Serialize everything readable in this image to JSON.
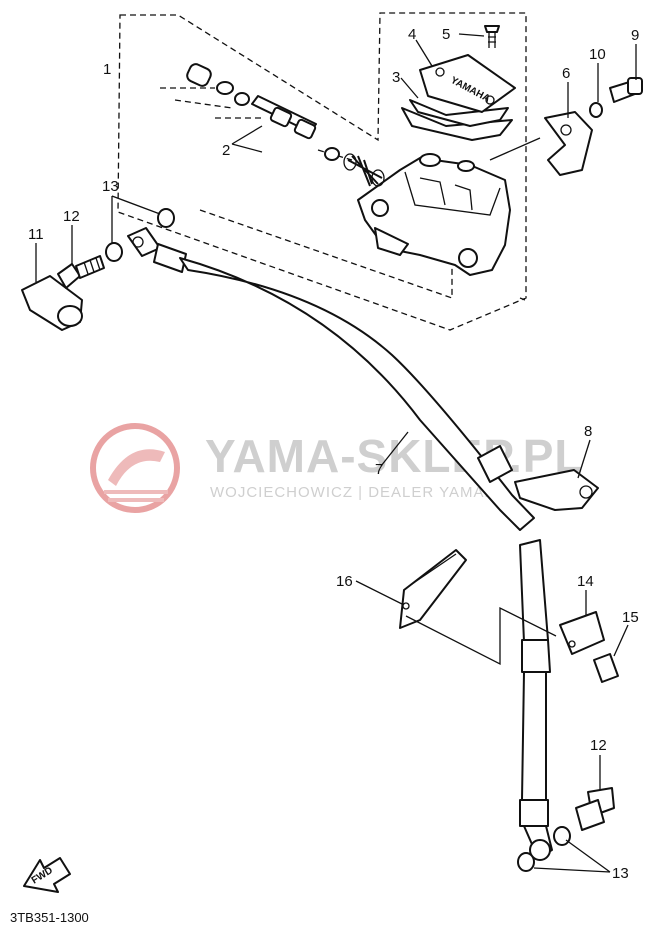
{
  "watermark": {
    "title": "YAMA-SKLEP.PL",
    "subtitle": "WOJCIECHOWICZ | DEALER YAMAHA",
    "logo_color": "#e8a0a0"
  },
  "diagram_code": "3TB351-1300",
  "fwd_label": "FWD",
  "cap_brand": "YAMAHA",
  "callouts": {
    "c1": "1",
    "c2": "2",
    "c3": "3",
    "c4": "4",
    "c5": "5",
    "c6": "6",
    "c7": "7",
    "c8": "8",
    "c9": "9",
    "c10": "10",
    "c11": "11",
    "c12a": "12",
    "c12b": "12",
    "c13a": "13",
    "c13b": "13",
    "c14": "14",
    "c15": "15",
    "c16": "16"
  }
}
